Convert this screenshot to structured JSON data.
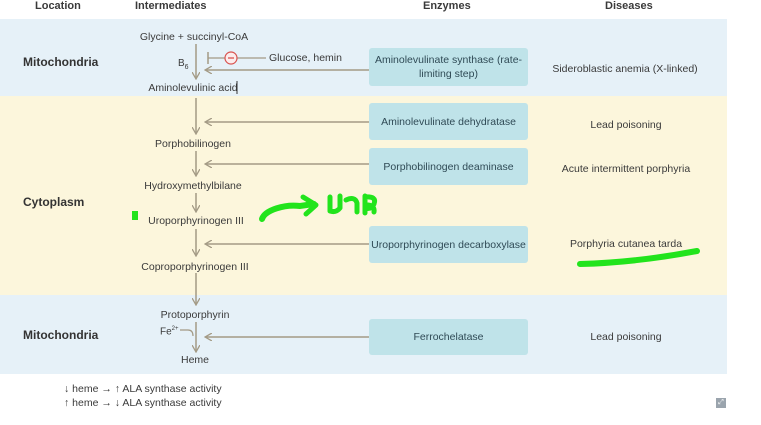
{
  "headers": {
    "location": "Location",
    "intermediates": "Intermediates",
    "enzymes": "Enzymes",
    "diseases": "Diseases"
  },
  "locations": [
    "Mitochondria",
    "Cytoplasm",
    "Mitochondria"
  ],
  "intermediates": {
    "glycine": "Glycine + succinyl-CoA",
    "b6": "B",
    "b6_sub": "6",
    "ala": "Aminolevulinic acid",
    "pbg": "Porphobilinogen",
    "hmb": "Hydroxymethylbilane",
    "uro": "Uroporphyrinogen III",
    "copro": "Coproporphyrinogen III",
    "proto": "Protoporphyrin",
    "fe": "Fe",
    "fe_sup": "2+",
    "heme": "Heme"
  },
  "inhibitor": {
    "label": "Glucose, hemin",
    "symbol": "−"
  },
  "enzymes": [
    "Aminolevulinate synthase (rate-limiting step)",
    "Aminolevulinate dehydratase",
    "Porphobilinogen deaminase",
    "Uroporphyrinogen decarboxylase",
    "Ferrochelatase"
  ],
  "diseases": [
    "Sideroblastic anemia (X-linked)",
    "Lead poisoning",
    "Acute intermittent porphyria",
    "Porphyria cutanea tarda",
    "Lead poisoning"
  ],
  "notes": [
    "↓ heme → ↑ ALA synthase activity",
    "↑ heme → ↓ ALA synthase activity"
  ],
  "colors": {
    "blue_band": "#e6f1f8",
    "yellow_band": "#fcf6dc",
    "enzyme_box": "#bfe3e9",
    "arrow": "#a39a85",
    "inhibitor_red": "#d9534f",
    "highlighter": "#22e41c"
  }
}
